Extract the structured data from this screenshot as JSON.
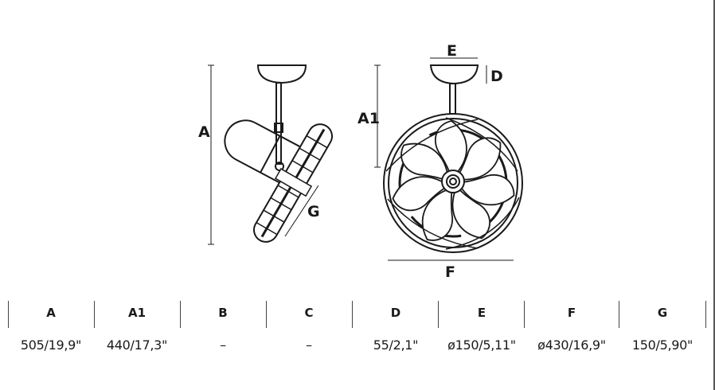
{
  "diagram": {
    "labels": {
      "A": "A",
      "A1": "A1",
      "D": "D",
      "E": "E",
      "F": "F",
      "G": "G"
    }
  },
  "table": {
    "columns": [
      {
        "header": "A",
        "value": "505/19,9\""
      },
      {
        "header": "A1",
        "value": "440/17,3\""
      },
      {
        "header": "B",
        "value": "–"
      },
      {
        "header": "C",
        "value": "–"
      },
      {
        "header": "D",
        "value": "55/2,1\""
      },
      {
        "header": "E",
        "value": "ø150/5,11\""
      },
      {
        "header": "F",
        "value": "ø430/16,9\""
      },
      {
        "header": "G",
        "value": "150/5,90\""
      }
    ]
  }
}
